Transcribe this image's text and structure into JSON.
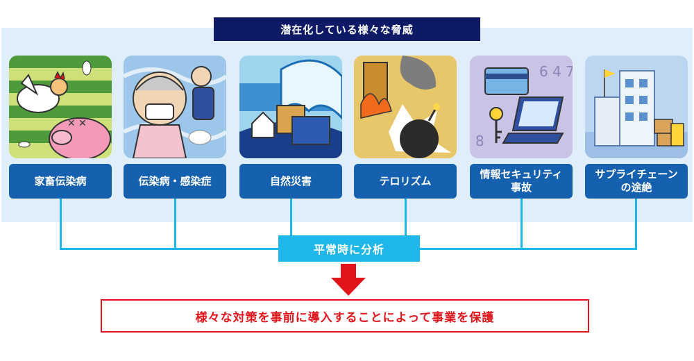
{
  "title": "潜在化している様々な脅威",
  "threats": [
    {
      "label": "家畜伝染病",
      "icon": "livestock-disease-icon"
    },
    {
      "label": "伝染病・感染症",
      "icon": "infectious-disease-icon"
    },
    {
      "label": "自然災害",
      "icon": "natural-disaster-icon"
    },
    {
      "label": "テロリズム",
      "icon": "terrorism-icon"
    },
    {
      "label": "情報セキュリティ\n事故",
      "icon": "information-security-icon"
    },
    {
      "label": "サプライチェーン\nの途絶",
      "icon": "supply-chain-icon"
    }
  ],
  "analysis_label": "平常時に分析",
  "result_label": "様々な対策を事前に導入することによって事業を保護",
  "colors": {
    "title_bg": "#0e1a66",
    "panel_bg": "#dfeef9",
    "card_label_bg": "#1561b0",
    "connector": "#1fb7e9",
    "arrow": "#e0141a",
    "result_border": "#e0141a"
  }
}
